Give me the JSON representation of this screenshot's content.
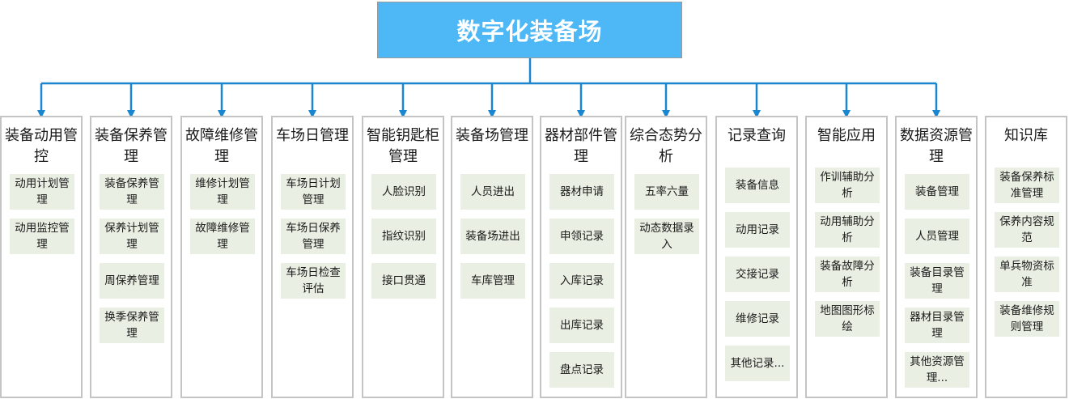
{
  "title": "数字化装备场",
  "colors": {
    "title_bg": "#4db8f5",
    "connector": "#1a86d0",
    "item_bg": "#e9efe3",
    "column_border": "#c4c4c4"
  },
  "columns": [
    {
      "title": "装备动用管控",
      "items": [
        "动用计划管理",
        "动用监控管理"
      ]
    },
    {
      "title": "装备保养管理",
      "items": [
        "装备保养管理",
        "保养计划管理",
        "周保养管理",
        "换季保养管理"
      ]
    },
    {
      "title": "故障维修管理",
      "items": [
        "维修计划管理",
        "故障维修管理"
      ]
    },
    {
      "title": "车场日管理",
      "items": [
        "车场日计划管理",
        "车场日保养管理",
        "车场日检查评估"
      ]
    },
    {
      "title": "智能钥匙柜管理",
      "items": [
        "人脸识别",
        "指纹识别",
        "接口贯通"
      ]
    },
    {
      "title": "装备场管理",
      "items": [
        "人员进出",
        "装备场进出",
        "车库管理"
      ]
    },
    {
      "title": "器材部件管理",
      "items": [
        "器材申请",
        "申领记录",
        "入库记录",
        "出库记录",
        "盘点记录"
      ]
    },
    {
      "title": "综合态势分析",
      "items": [
        "五率六量",
        "动态数据录入"
      ]
    },
    {
      "title": "记录查询",
      "items": [
        "装备信息",
        "动用记录",
        "交接记录",
        "维修记录",
        "其他记录..."
      ]
    },
    {
      "title": "智能应用",
      "items": [
        "作训辅助分析",
        "动用辅助分析",
        "装备故障分析",
        "地图图形标绘"
      ]
    },
    {
      "title": "数据资源管理",
      "items": [
        "装备管理",
        "人员管理",
        "装备目录管理",
        "器材目录管理",
        "其他资源管理..."
      ]
    },
    {
      "title": "知识库",
      "items": [
        "装备保养标准管理",
        "保养内容规范",
        "单兵物资标准",
        "装备维修规则管理"
      ]
    }
  ]
}
